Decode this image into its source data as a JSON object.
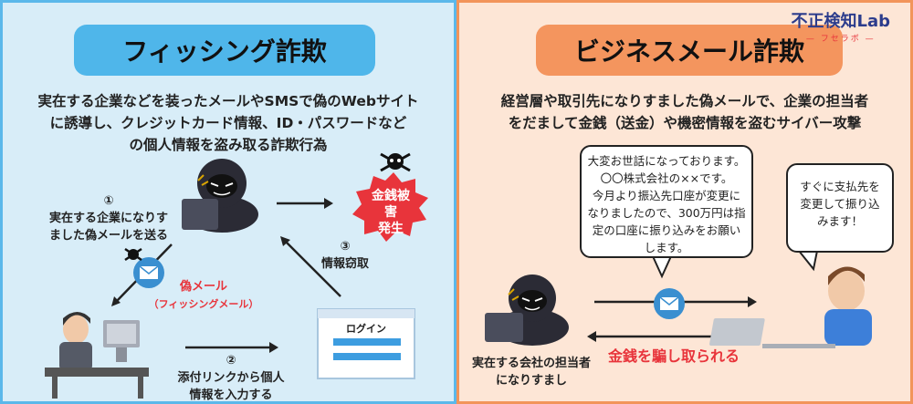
{
  "left": {
    "title": "フィッシング詐欺",
    "description": [
      "実在する企業などを装ったメールやSMSで偽のWebサイト",
      "に誘導し、クレジットカード情報、ID・パスワードなど",
      "の個人情報を盗み取る詐欺行為"
    ],
    "step1_num": "①",
    "step1_text": [
      "実在する企業になりす",
      "ました偽メールを送る"
    ],
    "fake_mail": "偽メール",
    "fake_mail_sub": "（フィッシングメール）",
    "damage": [
      "金銭被害",
      "発生"
    ],
    "step3_num": "③",
    "step3_text": "情報窃取",
    "login_title": "ログイン",
    "step2_num": "②",
    "step2_text": [
      "添付リンクから個人",
      "情報を入力する"
    ]
  },
  "right": {
    "title": "ビジネスメール詐欺",
    "description": [
      "経営層や取引先になりすました偽メールで、企業の担当者",
      "をだまして金銭（送金）や機密情報を盗むサイバー攻撃"
    ],
    "bubble_scammer": [
      "大変お世話になっております。",
      "〇〇株式会社の××です。",
      "今月より振込先口座が変更に",
      "なりましたので、300万円は指",
      "定の口座に振り込みをお願い",
      "します。"
    ],
    "bubble_victim": [
      "すぐに支払先を",
      "変更して振り込",
      "みます！"
    ],
    "money_taken": "金銭を騙し取られる",
    "scammer_label": [
      "実在する会社の担当者",
      "になりすまし"
    ]
  },
  "logo": {
    "name": "不正検知Lab",
    "sub": "— フセラボ —"
  },
  "colors": {
    "left_bg": "#d8edf8",
    "left_accent": "#4fb6ea",
    "right_bg": "#fde6d6",
    "right_accent": "#f4955e",
    "alert_red": "#e8343b"
  }
}
